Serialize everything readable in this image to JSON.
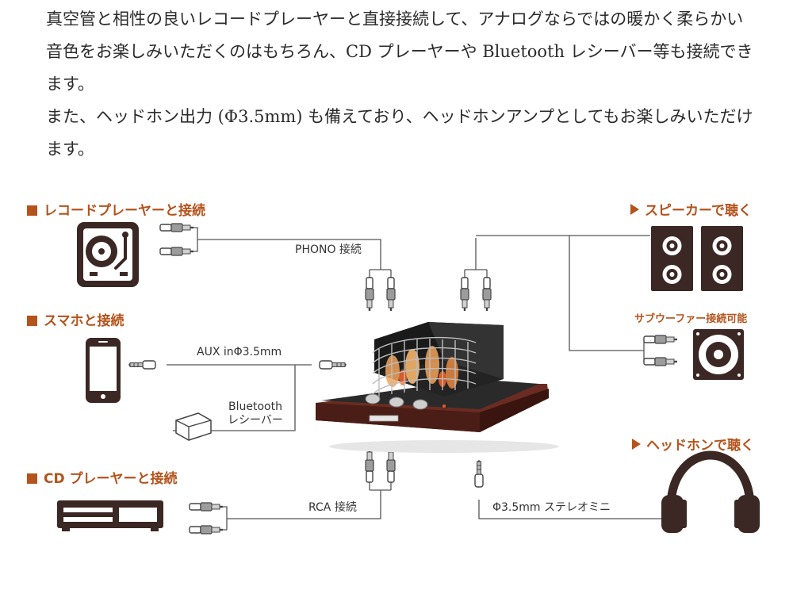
{
  "intro": {
    "paragraph1": "真空管と相性の良いレコードプレーヤーと直接接続して、アナログならではの暖かく柔らかい音色をお楽しみいただくのはもちろん、CD プレーヤーや Bluetooth レシーバー等も接続できます。",
    "paragraph2": "また、ヘッドホン出力 (Φ3.5mm) も備えており、ヘッドホンアンプとしてもお楽しみいただけます。"
  },
  "sections": {
    "record": "レコードプレーヤーと接続",
    "smartphone": "スマホと接続",
    "cd": "CD プレーヤーと接続",
    "speaker": "スピーカーで聴く",
    "subwoofer": "サブウーファー接続可能",
    "headphone": "ヘッドホンで聴く"
  },
  "labels": {
    "phono": "PHONO 接続",
    "aux": "AUX  inΦ3.5mm",
    "bluetooth_line1": "Bluetooth",
    "bluetooth_line2": "レシーバー",
    "rca": "RCA 接続",
    "stereo_mini": "Φ3.5mm ステレオミニ"
  },
  "colors": {
    "accent": "#b4531c",
    "icon": "#3b2723",
    "line": "#555555"
  },
  "icons": [
    "turntable-icon",
    "smartphone-icon",
    "bluetooth-receiver-icon",
    "cd-player-icon",
    "speaker-icon",
    "subwoofer-icon",
    "headphones-icon",
    "amplifier-image"
  ]
}
